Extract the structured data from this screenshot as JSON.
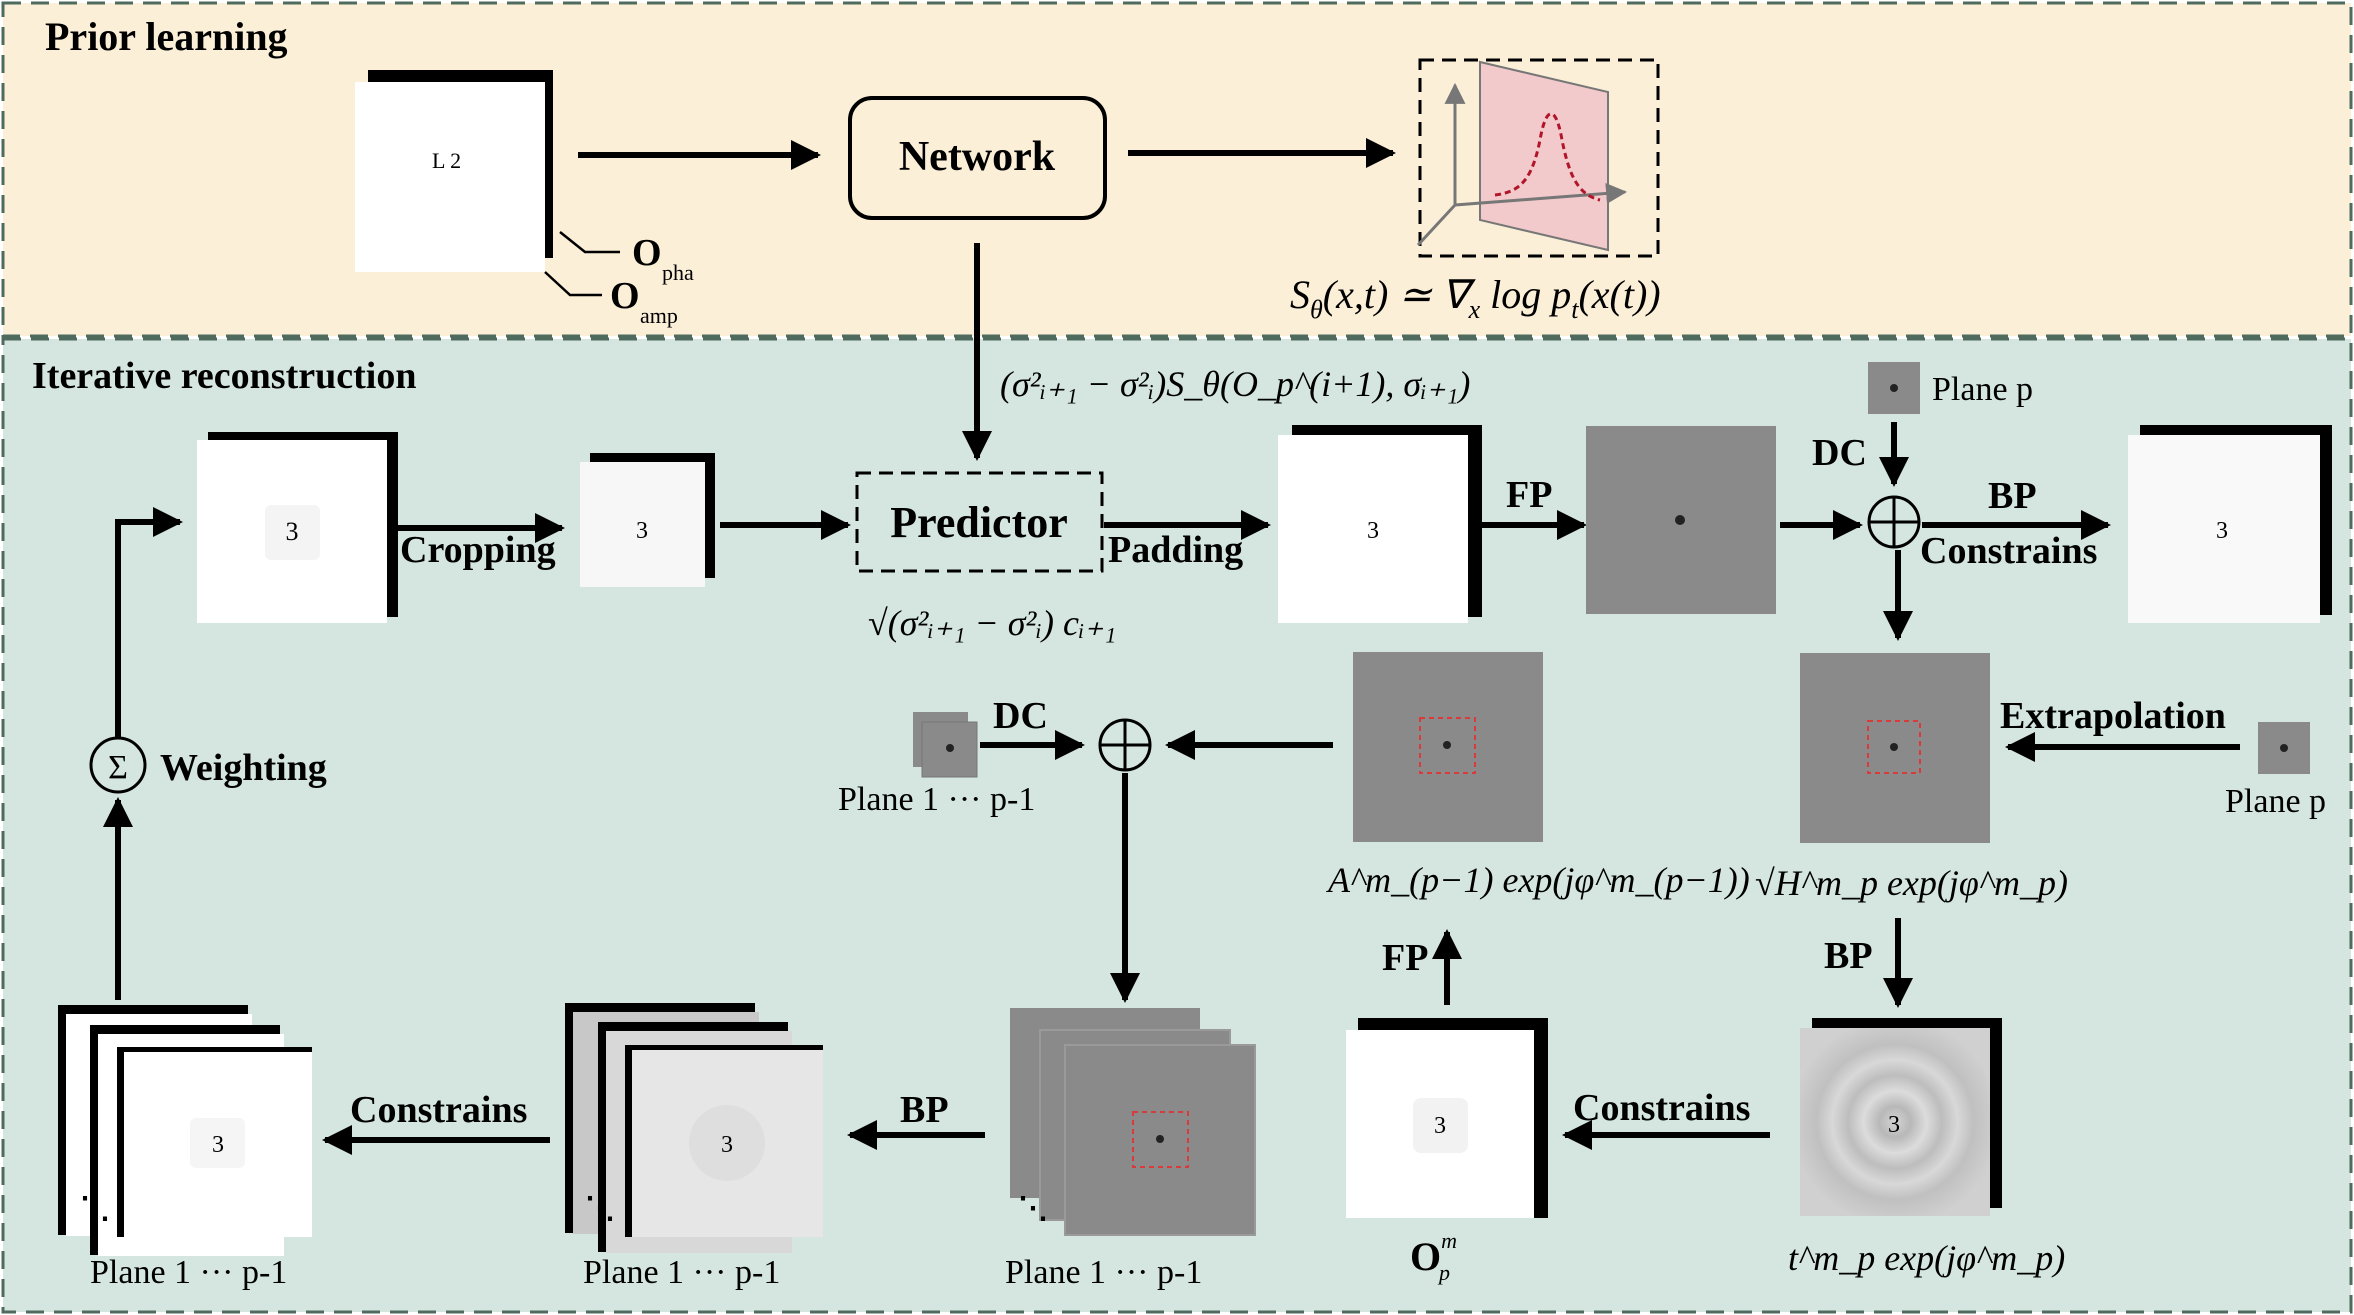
{
  "colors": {
    "prior_bg": "#FCEFD8",
    "iter_bg": "#D4E6DF",
    "dashed_border": "#4F6B5E",
    "gray_field": "#8A8A8A",
    "red_box": "#D93A3A",
    "curve_red": "#B0152A",
    "plane_pink": "#F3CACB"
  },
  "sections": {
    "prior_title": "Prior learning",
    "iter_title": "Iterative reconstruction"
  },
  "prior": {
    "image_text": "L 2",
    "o_pha": "O",
    "o_pha_sub": "pha",
    "o_amp": "O",
    "o_amp_sub": "amp",
    "network": "Network",
    "score_eq_lhs": "S",
    "score_eq_theta": "θ",
    "score_eq_rest": "(x,t) ≃ ∇",
    "score_eq_x": "x",
    "score_eq_log": " log p",
    "score_eq_t": "t",
    "score_eq_end": "(x(t))"
  },
  "iter": {
    "predictor": "Predictor",
    "predictor_input_eq": "(σ²ᵢ₊₁ − σ²ᵢ)S_θ(O_p^(i+1), σᵢ₊₁)",
    "noise_eq": "√(σ²ᵢ₊₁ − σ²ᵢ) cᵢ₊₁",
    "cropping": "Cropping",
    "padding": "Padding",
    "fp": "FP",
    "dc_top": "DC",
    "plane_p_top": "Plane p",
    "bp_top": "BP",
    "constrains_top": "Constrains",
    "extrapolation": "Extrapolation",
    "plane_p_right": "Plane p",
    "dc_mid": "DC",
    "plane_1_mid": "Plane 1 ··· p-1",
    "weighting": "Weighting",
    "sigma_symbol": "Σ",
    "a_eq": "A^m_(p−1) exp(jφ^m_(p−1))",
    "h_eq": "√H^m_p exp(jφ^m_p)",
    "fp_mid": "FP",
    "bp_mid": "BP",
    "constrains_mid": "Constrains",
    "bp_bottom": "BP",
    "constrains_bottom": "Constrains",
    "digit": "3",
    "plane_label_1": "Plane 1 ··· p-1",
    "plane_label_2": "Plane 1 ··· p-1",
    "plane_label_3": "Plane 1 ··· p-1",
    "o_label": "O",
    "o_label_sup": "m",
    "o_label_sub": "p",
    "t_eq": "t^m_p exp(jφ^m_p)"
  }
}
